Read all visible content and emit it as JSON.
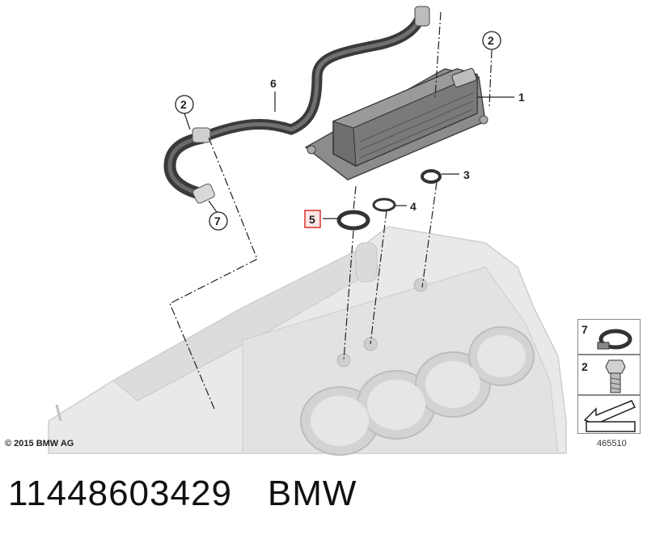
{
  "diagram": {
    "callouts": [
      {
        "id": "1",
        "text": "1"
      },
      {
        "id": "2a",
        "text": "2"
      },
      {
        "id": "2b",
        "text": "2"
      },
      {
        "id": "3",
        "text": "3"
      },
      {
        "id": "4",
        "text": "4"
      },
      {
        "id": "5",
        "text": "5"
      },
      {
        "id": "6",
        "text": "6"
      },
      {
        "id": "7",
        "text": "7"
      }
    ],
    "highlight_color": "#d9302c"
  },
  "legend": {
    "items": [
      {
        "num": "7",
        "icon": "hose-clamp-icon"
      },
      {
        "num": "2",
        "icon": "bolt-icon"
      },
      {
        "num": "",
        "icon": "arrow-icon"
      }
    ]
  },
  "footer": {
    "copyright": "© 2015 BMW AG",
    "figure_number": "465510",
    "part_number": "11448603429",
    "brand": "BMW"
  }
}
